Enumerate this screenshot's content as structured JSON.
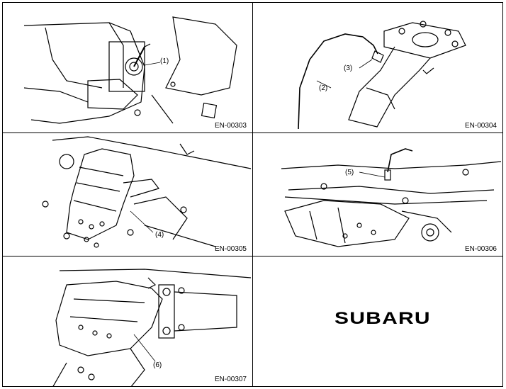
{
  "panels": [
    {
      "figure_code": "EN-00303",
      "callout": "(1)"
    },
    {
      "figure_code": "EN-00304",
      "callouts": [
        "(3)",
        "(2)"
      ]
    },
    {
      "figure_code": "EN-00305",
      "callout": "(4)"
    },
    {
      "figure_code": "EN-00306",
      "callout": "(5)"
    },
    {
      "figure_code": "EN-00307",
      "callout": "(6)"
    }
  ],
  "logo": {
    "text": "SUBARU",
    "mark": "."
  }
}
